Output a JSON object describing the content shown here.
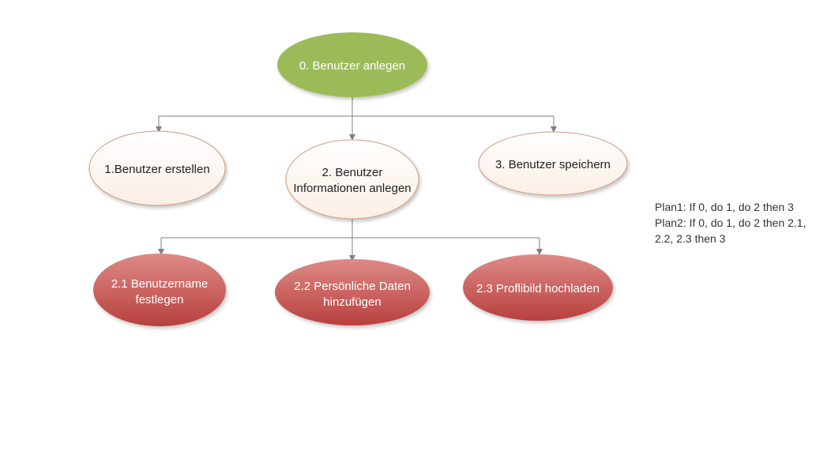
{
  "nodes": {
    "root": {
      "label": "0. Benutzer anlegen"
    },
    "n1": {
      "label": "1.Benutzer erstellen"
    },
    "n2": {
      "label_line1": "2. Benutzer",
      "label_line2": "Informationen anlegen"
    },
    "n3": {
      "label": "3. Benutzer speichern"
    },
    "n21": {
      "label_line1": "2.1 Benutzername",
      "label_line2": "festlegen"
    },
    "n22": {
      "label_line1": "2.2 Persönliche Daten",
      "label_line2": "hinzufügen"
    },
    "n23": {
      "label": "2.3 Proflibild hochladen"
    }
  },
  "plans": {
    "plan1": "Plan1: If 0, do 1, do 2 then 3",
    "plan2": "Plan2: If 0, do 1, do 2 then 2.1, 2.2, 2.3 then 3"
  },
  "colors": {
    "root_fill": "#9bbb59",
    "root_text": "#ffffff",
    "light_fill": "#fdf5f0",
    "light_stroke": "#d0997e",
    "light_text": "#222222",
    "red_fill": "#c0504d",
    "red_text": "#ffffff",
    "connector": "#7f7f7f"
  }
}
